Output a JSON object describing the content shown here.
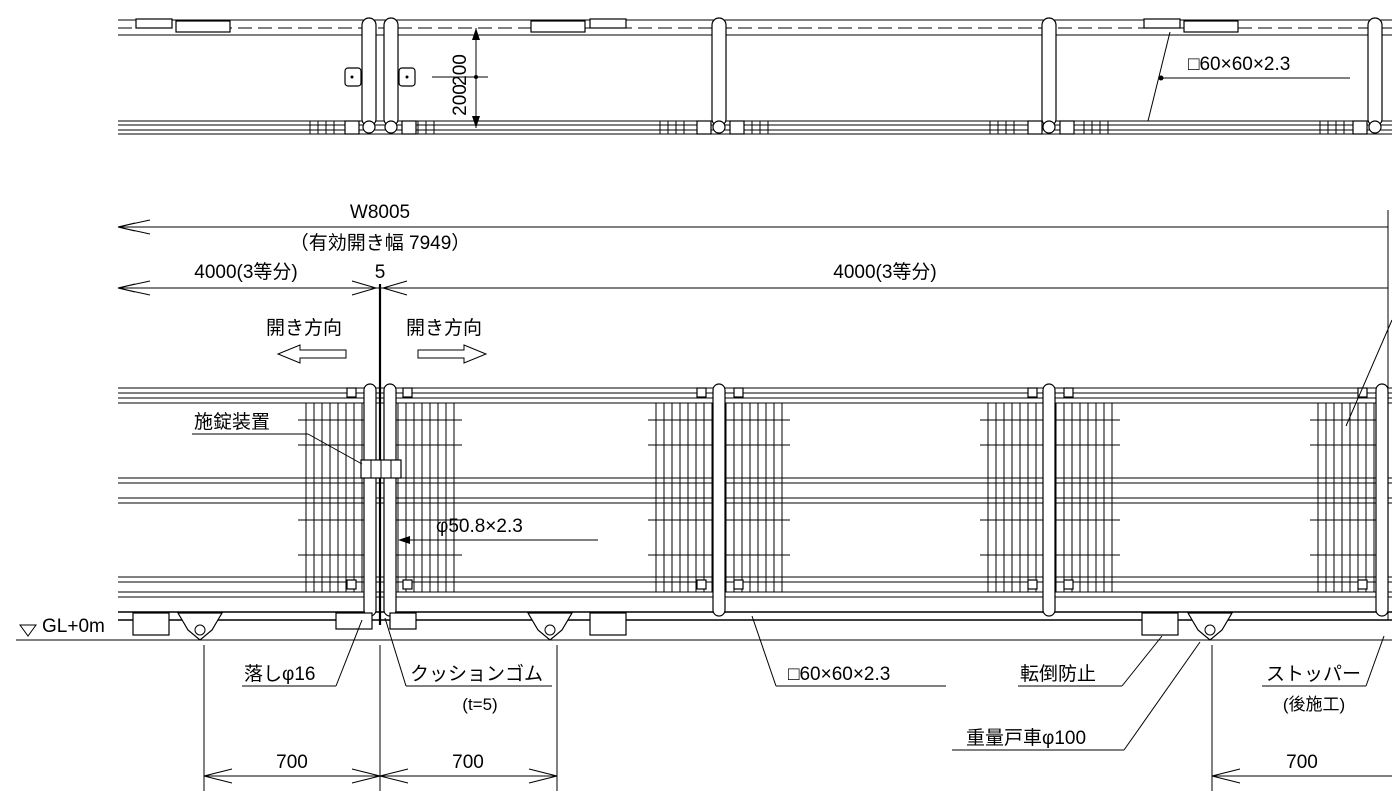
{
  "labels": {
    "square_pipe_top": "□60×60×2.3",
    "dim_200_a": "200",
    "dim_200_b": "200",
    "overall_width": "W8005",
    "effective_opening": "（有効開き幅 7949）",
    "left_span": "4000(3等分)",
    "gap": "5",
    "right_span": "4000(3等分)",
    "open_dir_left": "開き方向",
    "open_dir_right": "開き方向",
    "lock_device": "施錠装置",
    "round_pipe": "φ50.8×2.3",
    "ground_level": "GL+0m",
    "drop_rod": "落しφ16",
    "cushion_rubber": "クッションゴム",
    "cushion_thickness": "(t=5)",
    "square_pipe_bottom": "□60×60×2.3",
    "anti_tip": "転倒防止",
    "heavy_wheel": "重量戸車φ100",
    "stopper": "ストッパー",
    "stopper_note": "(後施工)",
    "dim_700_a": "700",
    "dim_700_b": "700",
    "dim_700_c": "700"
  }
}
